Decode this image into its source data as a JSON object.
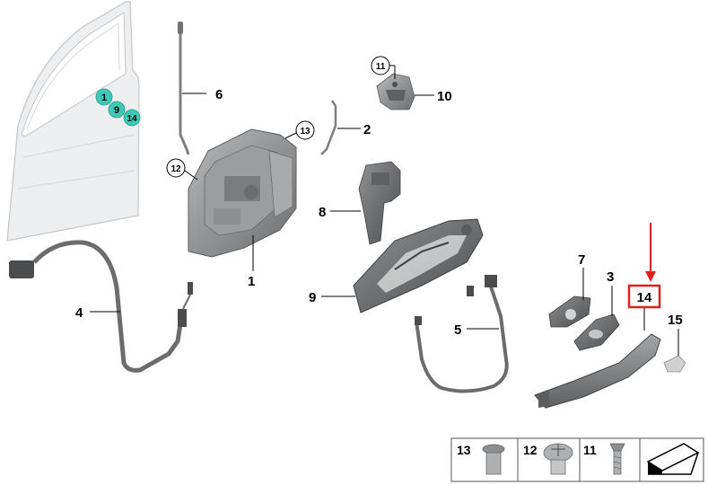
{
  "diagram": {
    "callouts": {
      "door_refs": [
        "1",
        "9",
        "14"
      ],
      "p6": "6",
      "p11": "11",
      "p10": "10",
      "p13": "13",
      "p2": "2",
      "p12": "12",
      "p8": "8",
      "p1": "1",
      "p9": "9",
      "p4": "4",
      "p5": "5",
      "p7": "7",
      "p3": "3",
      "p14": "14",
      "p15": "15"
    },
    "legend": {
      "items": [
        {
          "label": "13"
        },
        {
          "label": "12"
        },
        {
          "label": "11"
        }
      ]
    },
    "colors": {
      "highlight": "#e02020",
      "teal": "#3ec9b6",
      "part": "#8a8c8e",
      "door": "#eceeef"
    }
  }
}
